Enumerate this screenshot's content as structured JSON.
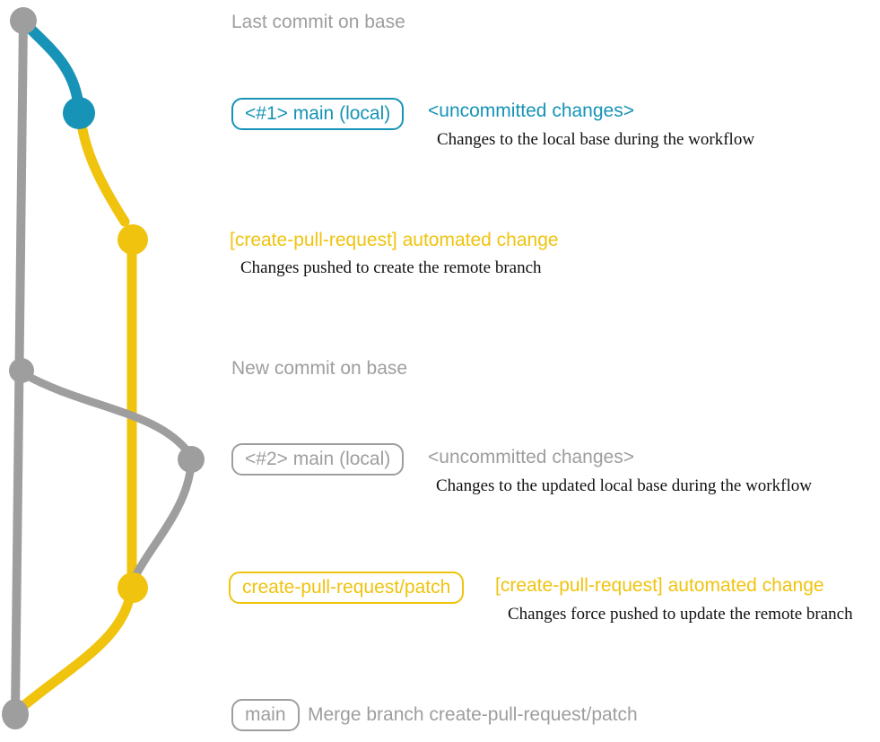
{
  "colors": {
    "teal": "#1693b6",
    "yellow": "#f0c30e",
    "gray": "#9e9e9e",
    "ink": "#111111",
    "bg": "#ffffff"
  },
  "rows": {
    "last_commit": {
      "label": "Last commit on base"
    },
    "main_local_1": {
      "badge": "<#1> main (local)",
      "label": "<uncommitted changes>",
      "note": "Changes to the local base during the workflow"
    },
    "auto_change_1": {
      "label": "[create-pull-request] automated change",
      "note": "Changes pushed to create the remote branch"
    },
    "new_commit": {
      "label": "New commit on base"
    },
    "main_local_2": {
      "badge": "<#2> main (local)",
      "label": "<uncommitted changes>",
      "note": "Changes to the updated local base during the workflow"
    },
    "auto_change_2": {
      "badge": "create-pull-request/patch",
      "label": "[create-pull-request] automated change",
      "note": "Changes force pushed to update the remote branch"
    },
    "merge": {
      "badge": "main",
      "label": "Merge branch create-pull-request/patch"
    }
  }
}
